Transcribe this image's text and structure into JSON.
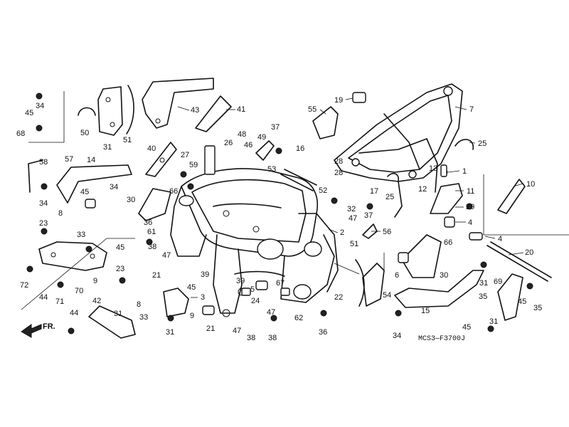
{
  "diagram": {
    "code": "MCS3—F3700J",
    "direction_label": "FR.",
    "callouts": [
      "1",
      "2",
      "3",
      "4",
      "5",
      "6",
      "7",
      "8",
      "9",
      "10",
      "11",
      "12",
      "13",
      "14",
      "15",
      "16",
      "17",
      "19",
      "20",
      "21",
      "22",
      "23",
      "24",
      "25",
      "26",
      "27",
      "28",
      "29",
      "30",
      "31",
      "32",
      "33",
      "34",
      "35",
      "36",
      "37",
      "38",
      "39",
      "40",
      "41",
      "42",
      "43",
      "44",
      "45",
      "46",
      "47",
      "48",
      "49",
      "50",
      "51",
      "52",
      "53",
      "54",
      "55",
      "56",
      "57",
      "58",
      "59",
      "61",
      "62",
      "66",
      "67",
      "68",
      "69",
      "70",
      "71",
      "72"
    ]
  }
}
